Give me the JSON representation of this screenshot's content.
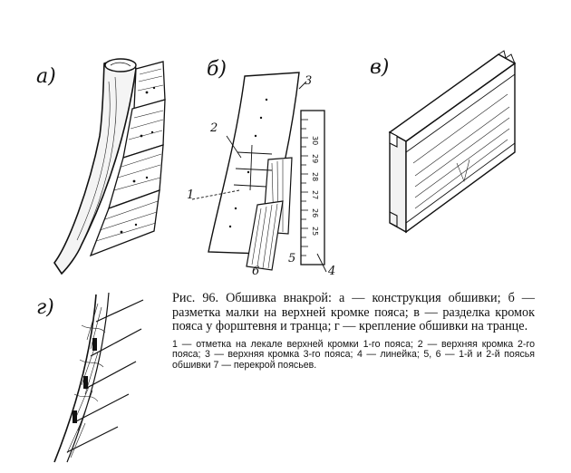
{
  "figure_labels": {
    "a": "а)",
    "b": "б)",
    "v": "в)",
    "g": "г)"
  },
  "part_numbers": {
    "n1": "1",
    "n2": "2",
    "n3": "3",
    "n4": "4",
    "n5": "5",
    "n6": "6"
  },
  "ruler_marks": [
    "30",
    "29",
    "28",
    "27",
    "26",
    "25"
  ],
  "caption": {
    "main": "Рис. 96. Обшивка внакрой: а — конструкция обшивки; б — разметка малки на верхней кромке пояса; в — разделка кромок пояса у форштевня и транца; г — крепление обшивки на транце.",
    "legend": "1 — отметка на лекале верхней кромки 1-го пояса; 2 — верхняя кромка 2-го пояса; 3 — верхняя кромка 3-го пояса; 4 — линейка; 5, 6 — 1-й и 2-й поясья обшивки 7 — перекрой поясьев."
  }
}
